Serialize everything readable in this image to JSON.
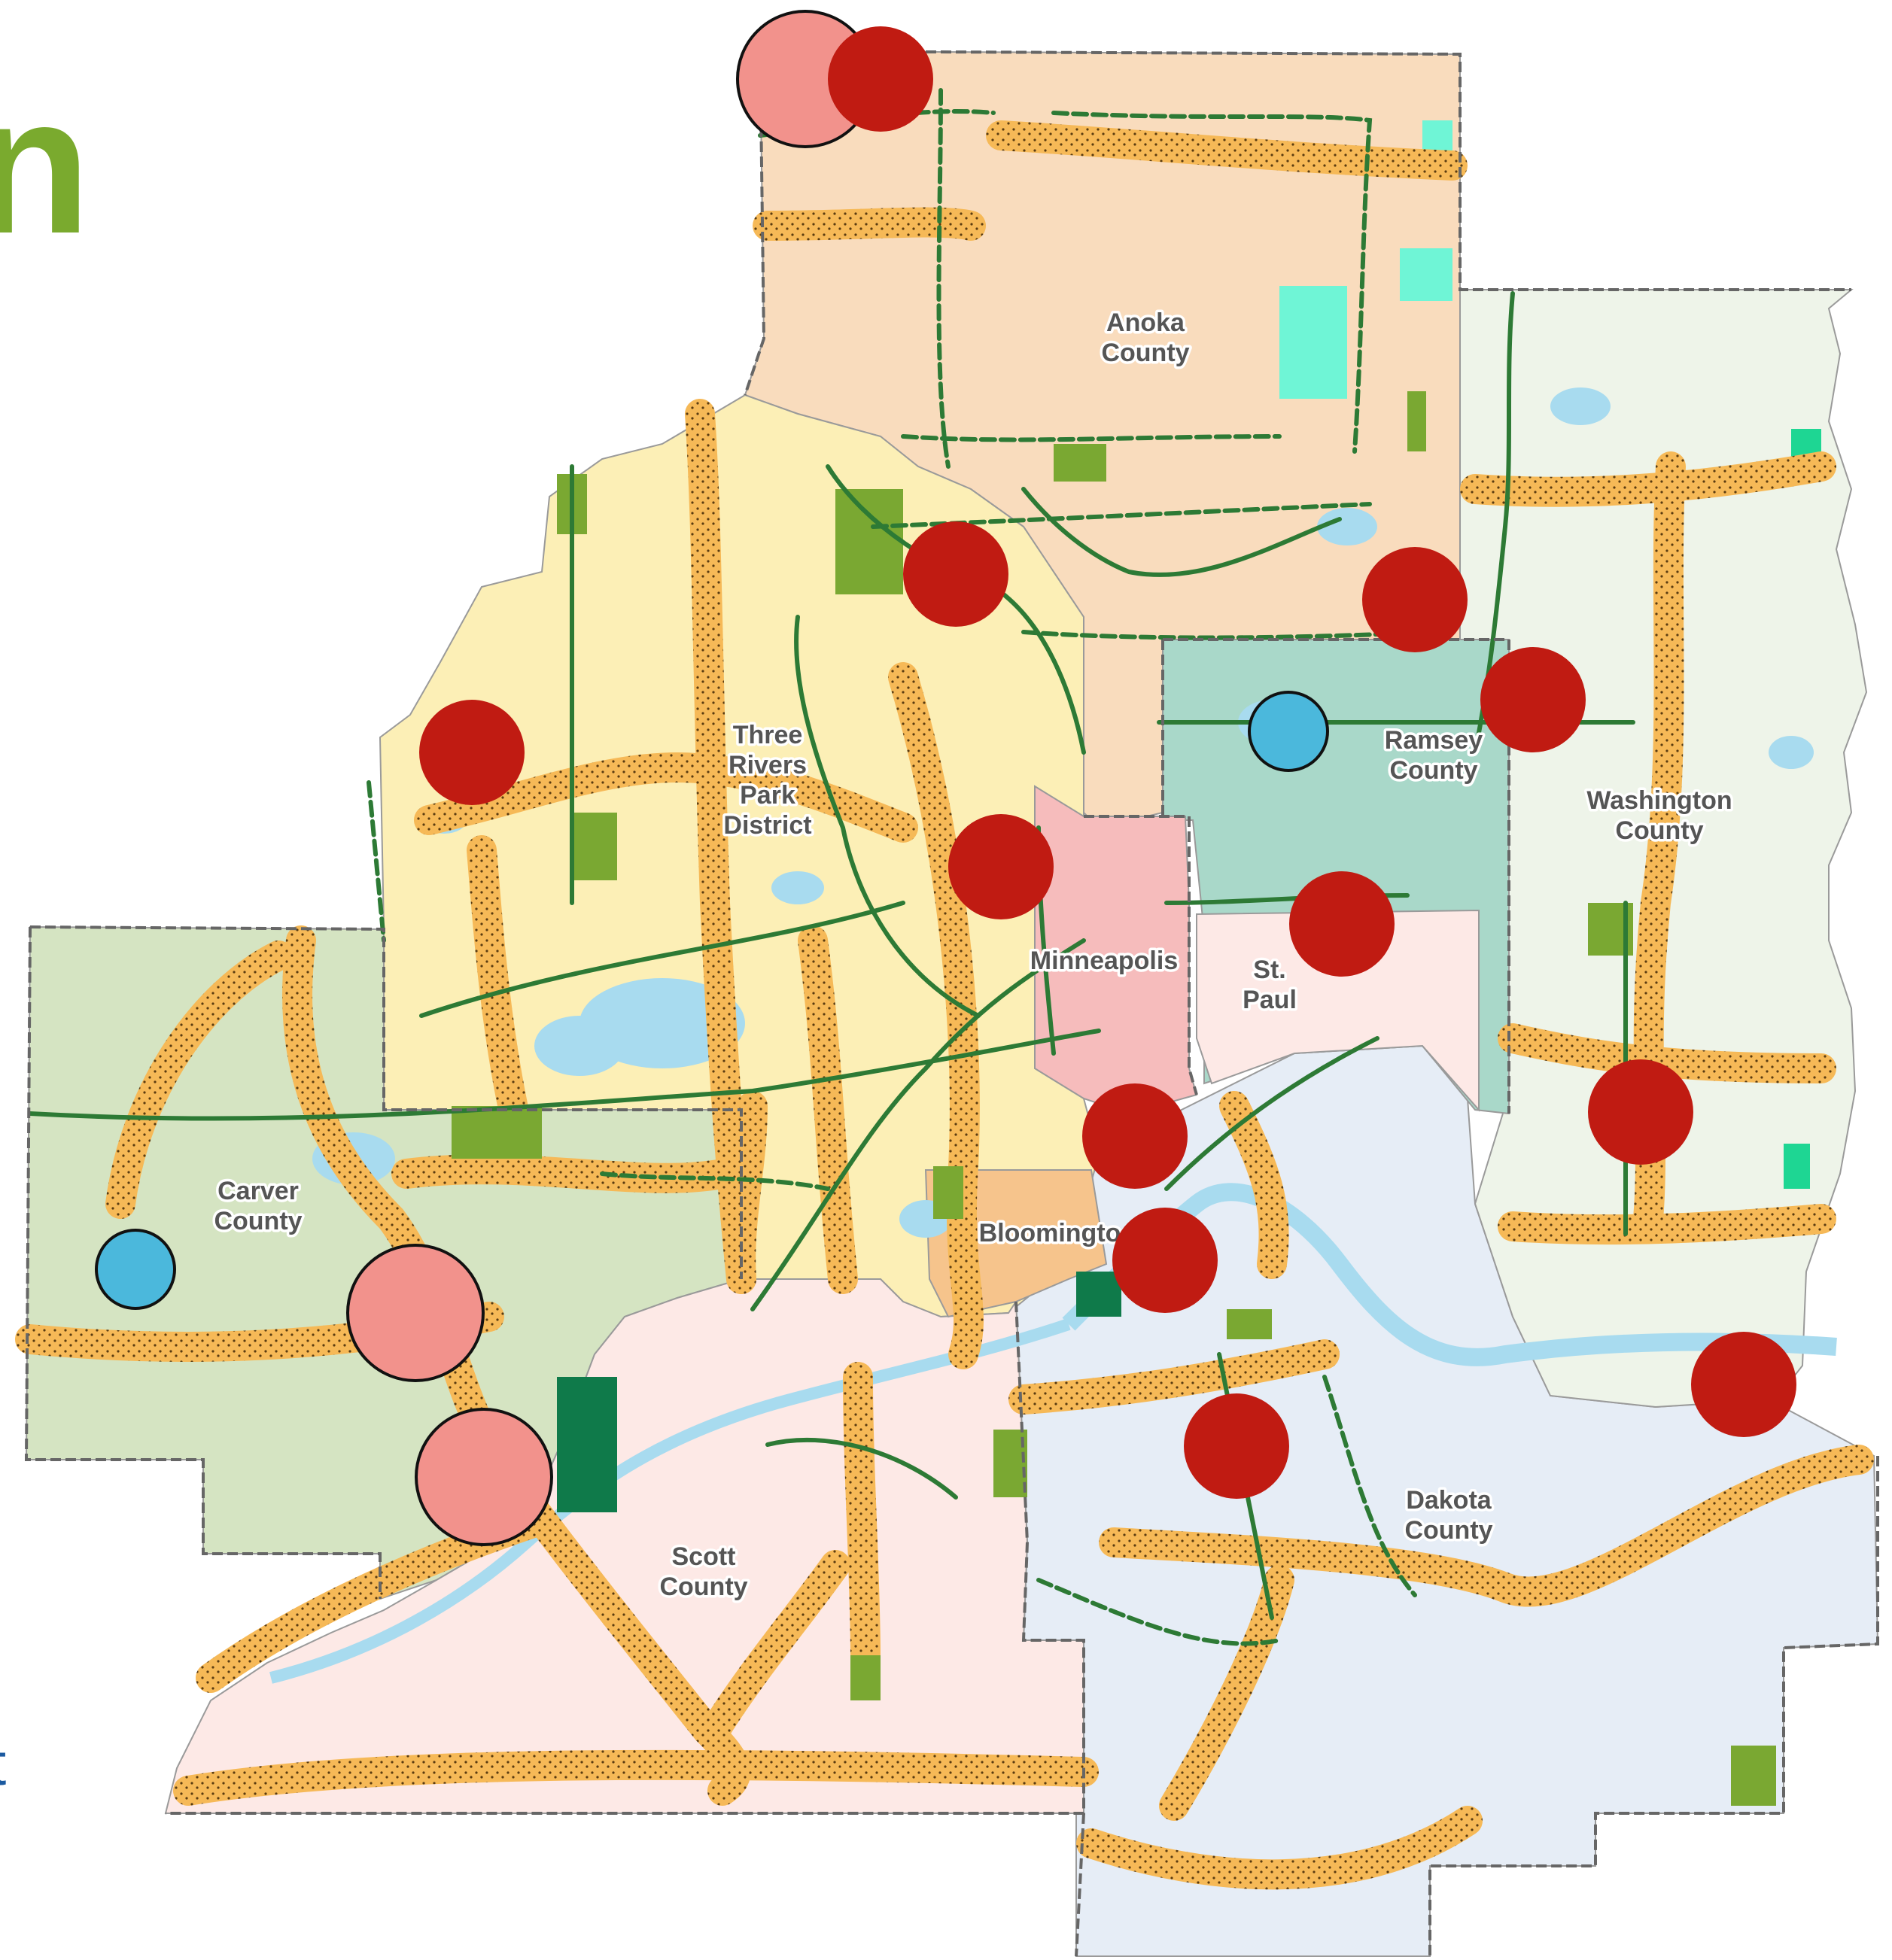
{
  "colors": {
    "anoka": "#f9dcbd",
    "three_rivers": "#fcefb6",
    "carver": "#d5e4c2",
    "scott": "#fde9e6",
    "dakota": "#e6edf6",
    "washington": "#eef4e9",
    "ramsey": "#a9d8c9",
    "minneapolis": "#f6bcbc",
    "st_paul": "#fde9e6",
    "bloomington": "#f6c48c",
    "corridor": "#f6b957",
    "water": "#a8dbef",
    "park": "#7aa832",
    "trail": "#2d7a35",
    "boundary": "#666666",
    "marker_dark_red": "#c01b12",
    "marker_salmon": "#f2928c",
    "marker_blue": "#4bb8dc",
    "edge_green": "#7aaa2e",
    "edge_blue": "#1b5aa0"
  },
  "edge_text": {
    "top": "n",
    "bottom": "t"
  },
  "jurisdictions": [
    {
      "key": "anoka",
      "lines": [
        "Anoka",
        "County"
      ]
    },
    {
      "key": "three_rivers",
      "lines": [
        "Three",
        "Rivers",
        "Park",
        "District"
      ]
    },
    {
      "key": "ramsey",
      "lines": [
        "Ramsey",
        "County"
      ]
    },
    {
      "key": "washington",
      "lines": [
        "Washington",
        "County"
      ]
    },
    {
      "key": "minneapolis",
      "lines": [
        "Minneapolis"
      ]
    },
    {
      "key": "st_paul",
      "lines": [
        "St.",
        "Paul"
      ]
    },
    {
      "key": "carver",
      "lines": [
        "Carver",
        "County"
      ]
    },
    {
      "key": "bloomington",
      "lines": [
        "Bloomingto"
      ]
    },
    {
      "key": "scott",
      "lines": [
        "Scott",
        "County"
      ]
    },
    {
      "key": "dakota",
      "lines": [
        "Dakota",
        "County"
      ]
    }
  ]
}
